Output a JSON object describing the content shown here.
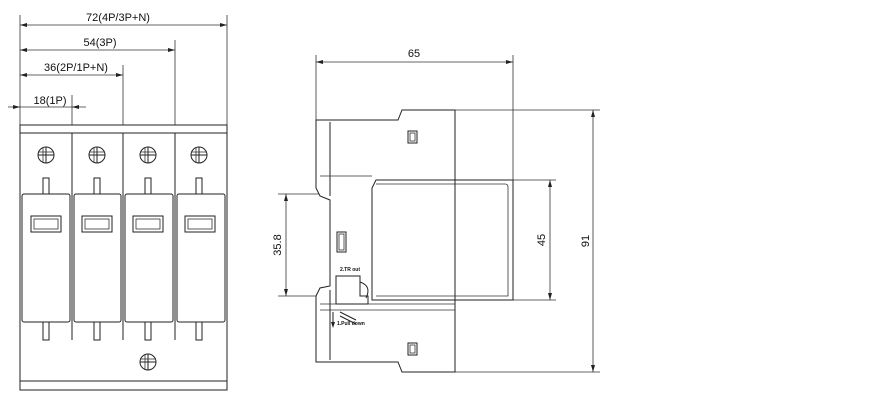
{
  "front_view": {
    "dimensions": {
      "width_4p": "72(4P/3P+N)",
      "width_3p": "54(3P)",
      "width_2p": "36(2P/1P+N)",
      "width_1p": "18(1P)"
    },
    "pole_count": 4
  },
  "side_view": {
    "dimensions": {
      "depth": "65",
      "rail": "35.8",
      "body_height": "45",
      "total_height": "91"
    },
    "labels": {
      "latch_out": "2.TR out",
      "pull_down": "1.Pull down"
    }
  }
}
